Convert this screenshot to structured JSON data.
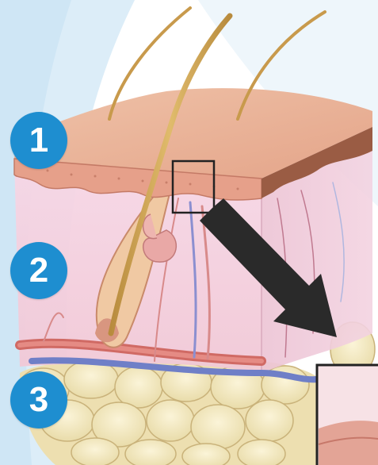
{
  "labels": {
    "epidermis_number": "1",
    "dermis_number": "2",
    "subcutis_number": "3"
  },
  "colors": {
    "badge_blue": "#1e8ed0",
    "background_swoosh": "#d9ecf7",
    "epidermis": "#e9b29a",
    "dermis": "#f3cfe0",
    "fat": "#f4ecc0",
    "arrow": "#2a2a2a"
  },
  "icons": {
    "arrow": "zoom-arrow-icon",
    "hair": "hair-icon"
  }
}
